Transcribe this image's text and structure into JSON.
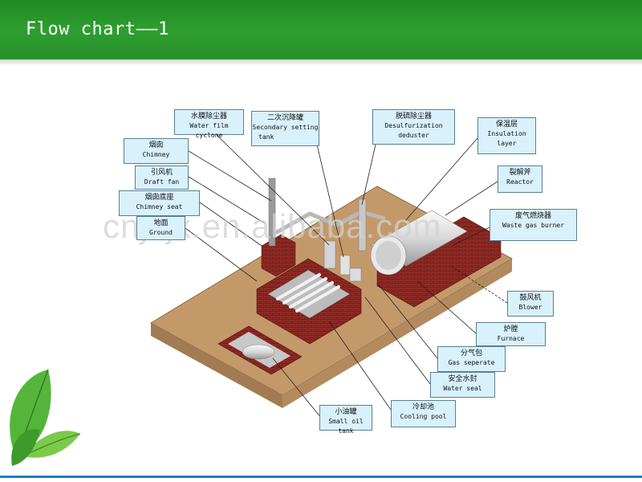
{
  "header": {
    "title": "Flow chart——1"
  },
  "watermark": "cnjzjx.en.alibaba.com",
  "colors": {
    "header_green": "#2f9e31",
    "label_fill": "#d9f1fb",
    "ground": "#c4996a",
    "brick": "#8e2a25",
    "tank": "#e6e6e6"
  },
  "labels": {
    "water_film_cyclone": {
      "zh": "水膜除尘器",
      "en": "Water film cyclone"
    },
    "secondary_setting_tank": {
      "zh": "二次沉降罐",
      "en1": "Secondary setting",
      "en2": "tank"
    },
    "desulfurization_deduster": {
      "zh": "脱硫除尘器",
      "en1": "Desulfurization",
      "en2": "deduster"
    },
    "insulation_layer": {
      "zh": "保温层",
      "en1": "Insulation",
      "en2": "layer"
    },
    "chimney": {
      "zh": "烟囱",
      "en": "Chimney"
    },
    "draft_fan": {
      "zh": "引风机",
      "en": "Draft fan"
    },
    "chimney_seat": {
      "zh": "烟囱底座",
      "en": "Chimney seat"
    },
    "ground": {
      "zh": "地面",
      "en": "Ground"
    },
    "reactor": {
      "zh": "裂解斧",
      "en": "Reactor"
    },
    "waste_gas_burner": {
      "zh": "废气燃烧器",
      "en": "Waste gas burner"
    },
    "blower": {
      "zh": "鼓风机",
      "en": "Blower"
    },
    "furnace": {
      "zh": "炉膛",
      "en": "Furnace"
    },
    "gas_seperate": {
      "zh": "分气包",
      "en": "Gas seperate"
    },
    "water_seal": {
      "zh": "安全水封",
      "en": "Water seal"
    },
    "cooling_pool": {
      "zh": "冷却池",
      "en": "Cooling pool"
    },
    "small_oil_tank": {
      "zh": "小油罐",
      "en": "Small oil tank"
    }
  }
}
